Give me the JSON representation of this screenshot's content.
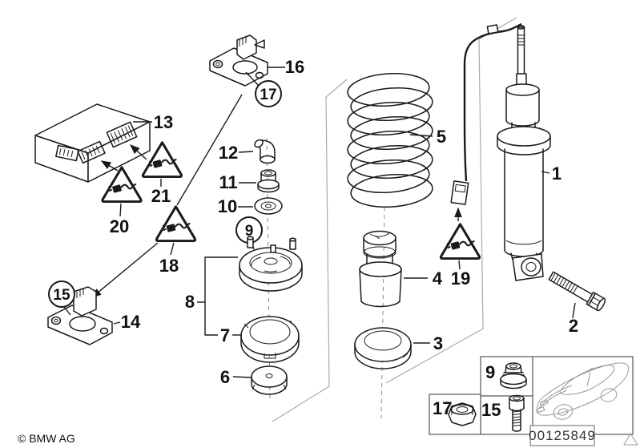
{
  "diagram": {
    "copyright": "© BMW AG",
    "image_number": "00125849",
    "callouts": {
      "n1": "1",
      "n2": "2",
      "n3": "3",
      "n4": "4",
      "n5": "5",
      "n6": "6",
      "n7": "7",
      "n8": "8",
      "n9": "9",
      "n10": "10",
      "n11": "11",
      "n12": "12",
      "n13": "13",
      "n14": "14",
      "n15": "15",
      "n16": "16",
      "n17": "17",
      "n18": "18",
      "n19": "19",
      "n20": "20",
      "n21": "21"
    },
    "inset": {
      "flange_nut_label": "9",
      "screw_label": "15",
      "hex_nut_label": "17"
    },
    "colors": {
      "line": "#1a1a1a",
      "muted": "#999999",
      "background": "#ffffff"
    }
  }
}
